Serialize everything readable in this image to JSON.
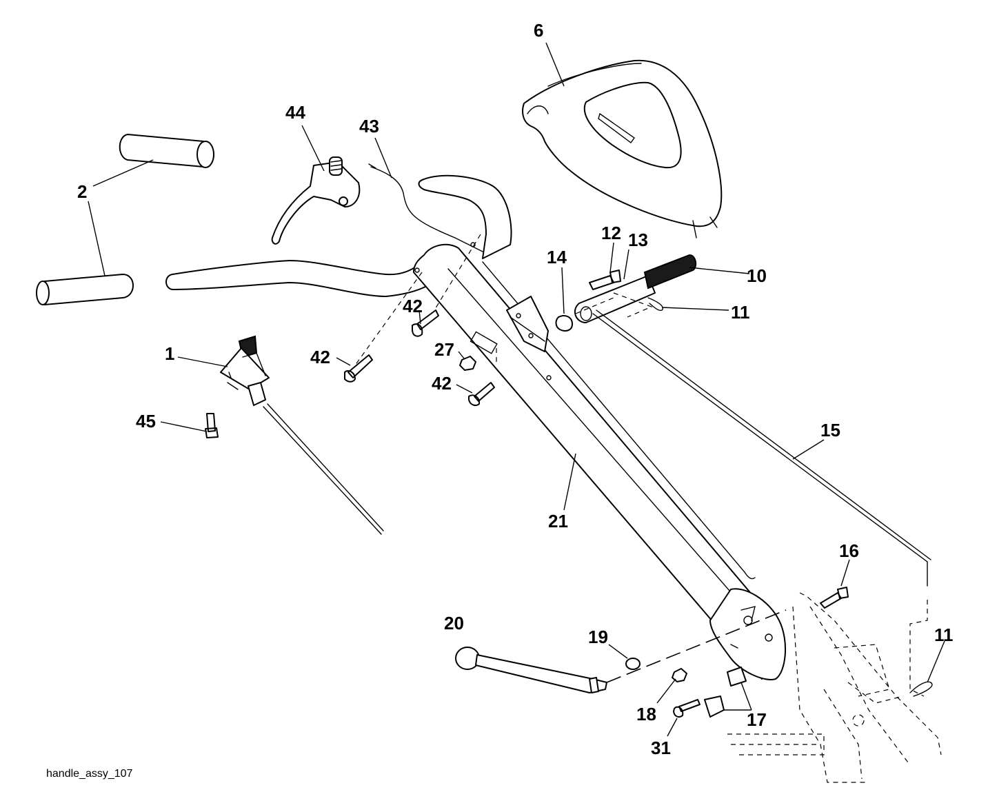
{
  "diagram": {
    "caption": "handle_assy_107",
    "callouts": {
      "c1": "1",
      "c2": "2",
      "c6": "6",
      "c10": "10",
      "c11a": "11",
      "c11b": "11",
      "c12": "12",
      "c13": "13",
      "c14": "14",
      "c15": "15",
      "c16": "16",
      "c17": "17",
      "c18": "18",
      "c19": "19",
      "c20": "20",
      "c21": "21",
      "c27": "27",
      "c31": "31",
      "c42a": "42",
      "c42b": "42",
      "c42c": "42",
      "c43": "43",
      "c44": "44",
      "c45": "45"
    }
  }
}
